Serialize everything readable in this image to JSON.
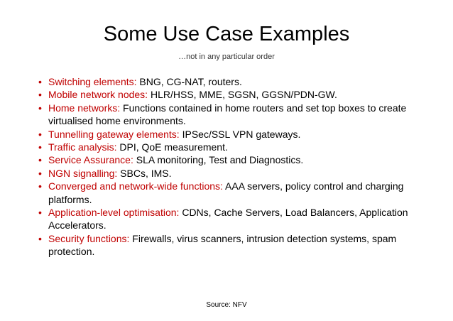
{
  "slide": {
    "title": "Some Use Case Examples",
    "subtitle": "…not in any particular order",
    "bullet_glyph": "•",
    "items": [
      {
        "term": "Switching elements:",
        "desc": " BNG, CG-NAT, routers."
      },
      {
        "term": "Mobile network nodes:",
        "desc": " HLR/HSS, MME, SGSN, GGSN/PDN-GW."
      },
      {
        "term": "Home networks:",
        "desc": " Functions contained in home routers and set top boxes to create virtualised home environments."
      },
      {
        "term": "Tunnelling gateway elements:",
        "desc": " IPSec/SSL VPN gateways."
      },
      {
        "term": "Traffic analysis:",
        "desc": " DPI, QoE measurement."
      },
      {
        "term": "Service Assurance:",
        "desc": " SLA monitoring, Test and Diagnostics."
      },
      {
        "term": "NGN signalling:",
        "desc": " SBCs, IMS."
      },
      {
        "term": "Converged and network-wide functions:",
        "desc": " AAA servers, policy control and charging platforms."
      },
      {
        "term": "Application-level optimisation:",
        "desc": " CDNs, Cache Servers, Load Balancers, Application Accelerators."
      },
      {
        "term": "Security functions:",
        "desc": " Firewalls, virus scanners, intrusion detection systems, spam protection."
      }
    ],
    "source": "Source: NFV"
  },
  "colors": {
    "accent": "#c00000",
    "text": "#000000",
    "background": "#ffffff"
  }
}
